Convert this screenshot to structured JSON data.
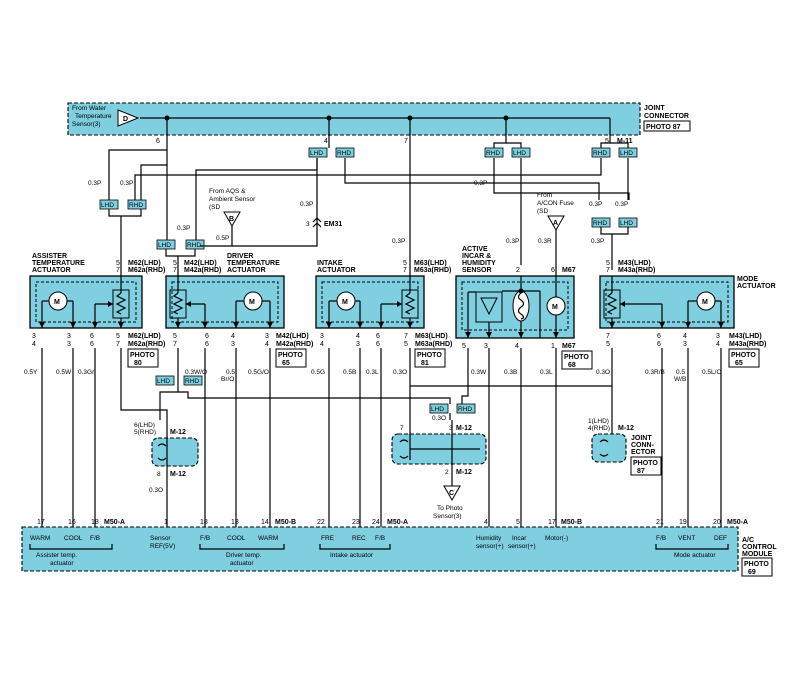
{
  "joint_top": {
    "title": [
      "JOINT",
      "CONNECTOR"
    ],
    "photo": "PHOTO 87",
    "src_lines": [
      "From Water",
      "Temperature",
      "Sensor(3)"
    ],
    "d_label": "D"
  },
  "pins_top": {
    "p6": "6",
    "p4": "4",
    "p7": "7",
    "p5": "5",
    "m11": "M-11"
  },
  "tags": {
    "lhd": "LHD",
    "rhd": "RHD"
  },
  "wires": {
    "p03": "0.3P",
    "p05": "0.5P",
    "r03": "0.3R",
    "y05": "0.5Y",
    "w05": "0.5W",
    "gr03": "0.3Gr",
    "w03o": "0.3W/O",
    "bro05": "0.5",
    "bro05b": "Br/O",
    "go05": "0.5G/O",
    "g05": "0.5G",
    "b05": "0.5B",
    "l03": "0.3L",
    "o03": "0.3O",
    "w03": "0.3W",
    "b03": "0.3B",
    "rb03": "0.3R/B",
    "wb05": "0.5",
    "wb05b": "W/B",
    "lo05": "0.5L/O"
  },
  "aqs": {
    "lines": [
      "From AQS &",
      "Ambient Sensor",
      "(SD"
    ],
    "b_label": "B",
    "pin3": "3",
    "em31": "EM31"
  },
  "acon": {
    "lines": [
      "From",
      "A/CON Fuse",
      "(SD"
    ],
    "a_label": "A"
  },
  "actuators": {
    "assister": {
      "title": [
        "ASSISTER",
        "TEMPERATURE",
        "ACTUATOR"
      ],
      "top": [
        "M62(LHD)",
        "M62a(RHD)"
      ],
      "bottom": [
        "M62(LHD)",
        "M62a(RHD)"
      ],
      "photo": "PHOTO",
      "photo_no": "80",
      "pins_top_l": [
        "5",
        "7"
      ],
      "pins_bot": [
        [
          "3",
          "4"
        ],
        [
          "3",
          "3"
        ],
        [
          "6",
          "6"
        ],
        [
          "5",
          "7"
        ]
      ]
    },
    "driver": {
      "title": [
        "DRIVER",
        "TEMPERATURE",
        "ACTUATOR"
      ],
      "top": [
        "M42(LHD)",
        "M42a(RHD)"
      ],
      "bottom": [
        "M42(LHD)",
        "M42a(RHD)"
      ],
      "photo": "PHOTO",
      "photo_no": "65",
      "pins_top_l": [
        "5",
        "7"
      ],
      "pins_bot": [
        [
          "5",
          "7"
        ],
        [
          "6",
          "6"
        ],
        [
          "4",
          "3"
        ],
        [
          "3",
          "4"
        ]
      ]
    },
    "intake": {
      "title": [
        "INTAKE",
        "ACTUATOR"
      ],
      "top": [
        "M63(LHD)",
        "M63a(RHD)"
      ],
      "bottom": [
        "M63(LHD)",
        "M63a(RHD)"
      ],
      "photo": "PHOTO",
      "photo_no": "81",
      "pins_top_l": [
        "5",
        "7"
      ],
      "pins_bot": [
        [
          "3",
          "4"
        ],
        [
          "4",
          "3"
        ],
        [
          "6",
          "6"
        ],
        [
          "7",
          "5"
        ]
      ]
    },
    "incar": {
      "title": [
        "ACTIVE",
        "INCAR &",
        "HUMIDITY",
        "SENSOR"
      ],
      "top": [
        "M67"
      ],
      "bottom": [
        "M67"
      ],
      "photo": "PHOTO",
      "photo_no": "68",
      "pins_top": [
        "2",
        "6"
      ],
      "pins_bot": [
        "5",
        "3",
        "4",
        "1"
      ]
    },
    "mode": {
      "title": [
        "MODE",
        "ACTUATOR"
      ],
      "top": [
        "M43(LHD)",
        "M43a(RHD)"
      ],
      "bottom": [
        "M43(LHD)",
        "M43a(RHD)"
      ],
      "photo": "PHOTO",
      "photo_no": "65",
      "pins_top_l": [
        "5",
        "7"
      ],
      "pins_bot": [
        [
          "7",
          "5"
        ],
        [
          "6",
          "6"
        ],
        [
          "4",
          "3"
        ],
        [
          "3",
          "4"
        ]
      ]
    }
  },
  "joint_m12": {
    "left": {
      "pins": [
        "6(LHD)",
        "5(RHD)"
      ],
      "name": "M-12",
      "name2": "M-12",
      "bot": "8"
    },
    "mid": {
      "pins_top": [
        "7",
        "3"
      ],
      "name": "M-12",
      "name2": "M-12",
      "bot": "2"
    },
    "right": {
      "pins": [
        "1(LHD)",
        "4(RHD)"
      ],
      "name": "M-12",
      "title": [
        "JOINT",
        "CONN-",
        "ECTOR"
      ],
      "photo": "PHOTO",
      "photo_no": "87"
    }
  },
  "photo_sensor": {
    "c_label": "C",
    "lines": [
      "To Photo",
      "Sensor(3)"
    ]
  },
  "module": {
    "title": [
      "A/C",
      "CONTROL",
      "MODULE"
    ],
    "photo": "PHOTO",
    "photo_no": "69",
    "pins": [
      "17",
      "16",
      "18",
      "1",
      "18",
      "13",
      "14",
      "22",
      "23",
      "24",
      "4",
      "5",
      "17",
      "21",
      "19",
      "20"
    ],
    "connectors": [
      "M50-A",
      "M50-B",
      "M50-A",
      "M50-B",
      "M50-A"
    ],
    "labels": [
      "WARM",
      "COOL",
      "F/B",
      "Sensor",
      "REF(5V)",
      "F/B",
      "COOL",
      "WARM",
      "FRE",
      "REC",
      "F/B",
      "Humidity",
      "sensor(+)",
      "Incar",
      "sensor(+)",
      "Motor(-)",
      "F/B",
      "VENT",
      "DEF"
    ],
    "groups": [
      "Assister temp.",
      "actuator",
      "Driver temp.",
      "actuator",
      "Intake actuator",
      "Mode actuator"
    ]
  },
  "misc": {
    "m": "M"
  }
}
